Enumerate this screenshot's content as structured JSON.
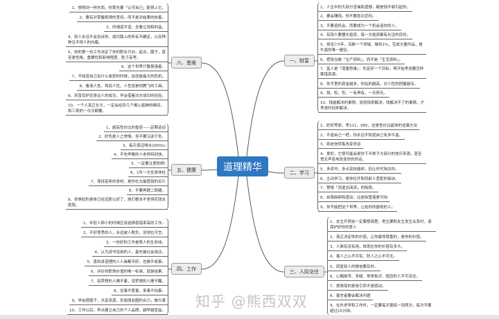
{
  "center": {
    "title": "道理精华",
    "color": "#2e78c2"
  },
  "branches": [
    {
      "id": "wealth",
      "label": "一、财富",
      "items": [
        "1、人生中的大部分苦恼和遗憾，都是钱不够引起的。",
        "2、要会赚钱，但不要急功近利。",
        "3、不要追机会，而要成为一个机会追你的人。",
        "4、有钱人要擅长投资，每一次投资都有长远的目的。",
        "5、用至少5年，深耕一个领域，做到1%，完成大量作品，是牛逼的唯一捷径。",
        "6、把钱当做「生产资料」，而不是「生活资料」。",
        "7、富人是「增量思维」：先定好一个目标，再开始考虑要怎样筹措资源。",
        "8、你手里的资金越多，你站的越高，对人性的把握越深。",
        "9、钱，权，色，一有俱有，一无俱无。",
        "10、钱能解决的事情，就用钱来解决；钱解决不了的事情，才考虑时间来解决。"
      ]
    },
    {
      "id": "study",
      "label": "二、学习",
      "items": [
        "1、好好考研，考211、985，这是性价比最快的逆袭方法",
        "2、不逼自己一把，你永远不知道自己有多牛逼。",
        "3、别迷信转售改变命运",
        "4、爱好，它很可能会是你下半辈子大部分的快乐来源，甚至悄无声息地改变你的命运。",
        "5、多读书，多点亮技能树，别让时代淘汰你。",
        "6、主动学习，是你拉开和同龄人差距的秘诀。",
        "7、警惕「消遣式阅读」的陷阱。",
        "8、自我麻痹和感动，比放纵堕落更可怕",
        "9、你不能把这个世界，让给你所鄙视的人。"
      ]
    },
    {
      "id": "social",
      "label": "三、人际交往",
      "items": [
        "1、女生开房前一定要想清楚，男生要和女生发生关系时，请保护好你的爱人",
        "2、真正决定你的价值，让你赢得尊重的，是你的价值。",
        "3、人脉有没有用，体现在你的价值有多大。",
        "4、害人之心不可有，防人之心不可无。",
        "5、回复别人的微信要及时。",
        "6、心胸狭窄、多疑、常常批评、抱怨的人不可深交。",
        "7、爱情靠的是吸引而不是感动。",
        "8、善言者要会解决问题",
        "9、在外求学和工作时，一定要每天锻炼一到两次，每次不要超过15分钟。"
      ]
    },
    {
      "id": "work",
      "label": "四、工作",
      "items": [
        "1、年轻人辞小的时候应该选择容错率高的工作。",
        "2、不好意思的人，永远被人欺负，没地位可言。",
        "3、一份好的工作是男人的生命线。",
        "4、认为读书没用的人，最先被社会淘汰。",
        "5、喜欢讲道理的人人缘都不好，也做不成事。",
        "6、评价你职场价值的唯一标准，就是结果。",
        "7、有梦想的人睡不着，没梦想的人睡不醒。",
        "8、没事不惹事，来事不怕事。",
        "9、学会搭圈子，共享资源，形成朋友圈的合力，做大事",
        "10、工作以后，早点建立自己的个人品牌，越早越受益。"
      ]
    },
    {
      "id": "health",
      "label": "五、健康",
      "items": [
        "1、超高性价比的投资——定期运动",
        "2、好色是人之常情，但不要沉迷于色。",
        "3、每天保证喝水2000cc",
        "4、不吃早餐的人老得特别快。",
        "5、一定要注意防晒!",
        "6、1年一次全身体检",
        "7、保持苗条的身材，是你社交最值钱的名片",
        "8、不要再跷二郎腿。",
        "9、你爸妈的身体已经没那么好了，他们根本不舍得花钱去医院。"
      ]
    },
    {
      "id": "thinking",
      "label": "六、思维",
      "items": [
        "1、想得到一样东西，你首先要「认可自己」配得上它。",
        "2、要有对掌握规律的坚持，而不是对结果的执着。",
        "3、所谓道不道，全看立场和利益。",
        "4、别人永远不会告诉你，成功路上的所有不确定，以及种种见不得人的内幕。",
        "5、你的第一份工作决定了你的职业方向，起点，圈子，甚至是性格，重要性和影响程度，胜于高考。",
        "6、这个世界只敬畏强者。",
        "7、不知道自己有什么收获的时候，这就是最大的危机。",
        "8、看清人性，驾驭人性，人性就是你腾飞的工具。",
        "9、到盲目护忌身边人的成功，学会借鉴对方成功的经验。",
        "10、一个人真正长大，一定会经历几个撕心裂肺的瞬间，和三观的一次次颠覆。"
      ]
    }
  ],
  "watermark": "知乎 @熊西双双"
}
